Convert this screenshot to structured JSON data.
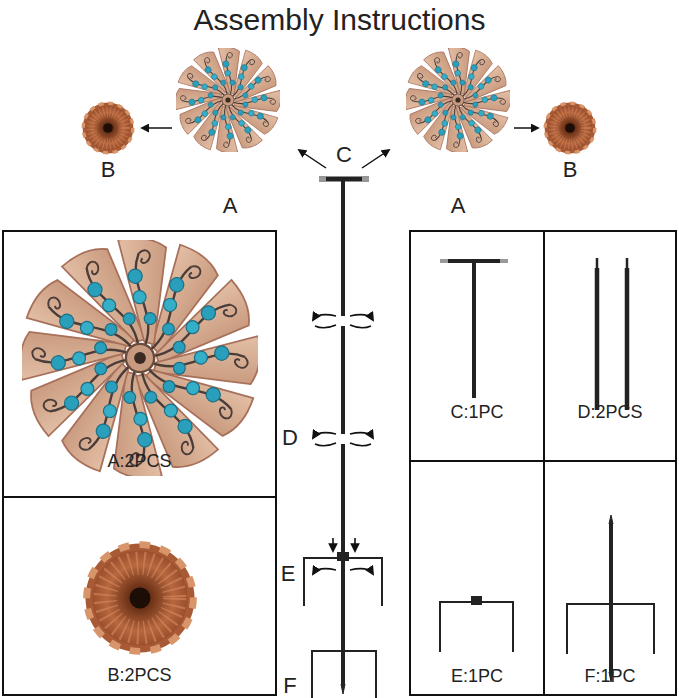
{
  "diagram": {
    "title": "Assembly Instructions",
    "nodes": [
      {
        "text": [
          "A:2PCS"
        ]
      },
      {
        "text": [
          "B:2PCS"
        ]
      },
      {
        "text": [
          "C:1PC"
        ]
      },
      {
        "text": [
          "D:2PCS"
        ]
      },
      {
        "text": [
          "E:1PC"
        ]
      },
      {
        "text": [
          "F:1PC"
        ]
      }
    ],
    "labels": [
      "B",
      "A",
      "C",
      "A",
      "B",
      "D",
      "E",
      "F"
    ]
  }
}
